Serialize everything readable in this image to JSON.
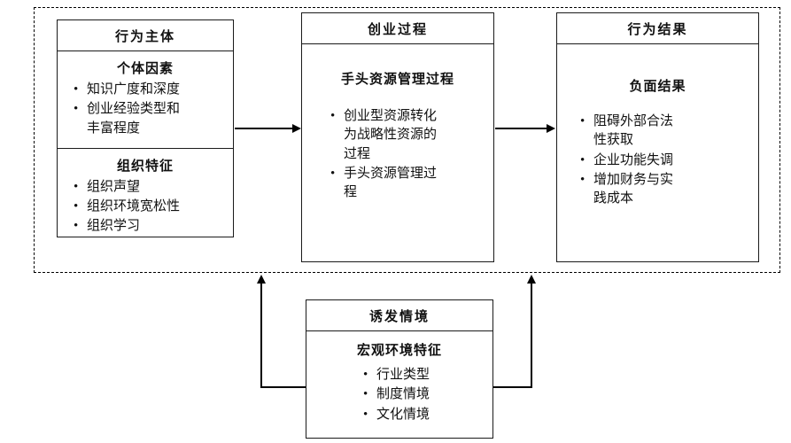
{
  "diagram": {
    "bullet_char": "•",
    "colors": {
      "line": "#000000",
      "background": "#ffffff",
      "text": "#111111"
    },
    "subject_box": {
      "title": "行为主体",
      "sections": [
        {
          "title": "个体因素",
          "items": [
            "知识广度和深度",
            "创业经验类型和丰富程度"
          ]
        },
        {
          "title": "组织特征",
          "items": [
            "组织声望",
            "组织环境宽松性",
            "组织学习"
          ]
        }
      ]
    },
    "process_box": {
      "title": "创业过程",
      "subtitle": "手头资源管理过程",
      "items": [
        "创业型资源转化为战略性资源的过程",
        "手头资源管理过程"
      ]
    },
    "result_box": {
      "title": "行为结果",
      "subtitle": "负面结果",
      "items": [
        "阻碍外部合法性获取",
        "企业功能失调",
        "增加财务与实践成本"
      ]
    },
    "context_box": {
      "title": "诱发情境",
      "subtitle": "宏观环境特征",
      "items": [
        "行业类型",
        "制度情境",
        "文化情境"
      ]
    }
  }
}
